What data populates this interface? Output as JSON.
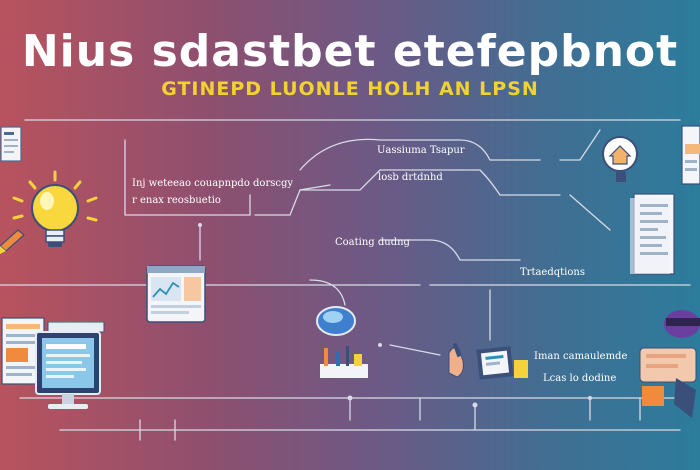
{
  "diagram": {
    "title": "Nius sdastbet etefepbnot",
    "subtitle": "GTINEPD LUONLE HOLH AN LPSN",
    "labels": {
      "top_center": "Uassiuma Tsapur",
      "center_right": "losb drtdnhd",
      "left_top": "Inj weteeao couapnpdo dorscgy",
      "left_bottom": "r enax reosbuetio",
      "center": "Coating dudng",
      "right_mid": "Trtaedqtions",
      "right_bottom_1": "Iman camaulemde",
      "right_bottom_2": "Lcas lo dodine"
    },
    "colors": {
      "wire": "#d8dbe6",
      "accent_yellow": "#f4d23a",
      "accent_orange": "#f08a3c"
    }
  }
}
